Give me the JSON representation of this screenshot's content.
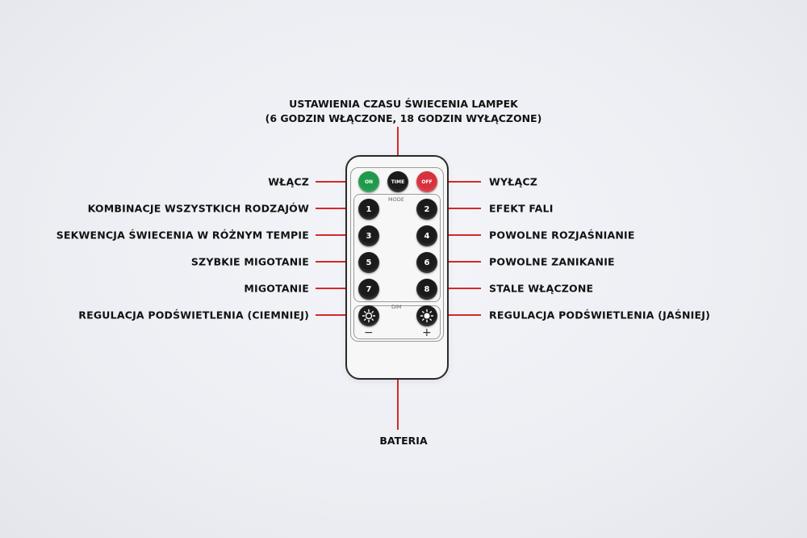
{
  "title_line1": "USTAWIENIA CZASU ŚWIECENIA LAMPEK",
  "title_line2": "(6 GODZIN WŁĄCZONE, 18 GODZIN WYŁĄCZONE)",
  "bottom_label": "BATERIA",
  "left_labels": [
    "WŁĄCZ",
    "KOMBINACJE WSZYSTKICH RODZAJÓW",
    "SEKWENCJA ŚWIECENIA W RÓŻNYM TEMPIE",
    "SZYBKIE MIGOTANIE",
    "MIGOTANIE",
    "REGULACJA PODŚWIETLENIA (CIEMNIEJ)"
  ],
  "right_labels": [
    "WYŁĄCZ",
    "EFEKT FALI",
    "POWOLNE ROZJAŚNIANIE",
    "POWOLNE ZANIKANIE",
    "STALE WŁĄCZONE",
    "REGULACJA PODŚWIETLENIA (JAŚNIEJ)"
  ],
  "remote": {
    "on_label": "ON",
    "time_label": "TIME",
    "off_label": "OFF",
    "mode_label": "MODE",
    "dim_label": "DIM",
    "minus": "−",
    "plus": "+",
    "numbers": [
      "1",
      "2",
      "3",
      "4",
      "5",
      "6",
      "7",
      "8"
    ]
  },
  "colors": {
    "accent_line": "#d42a2a",
    "on_button": "#1e9a4a",
    "off_button": "#d8323e"
  }
}
